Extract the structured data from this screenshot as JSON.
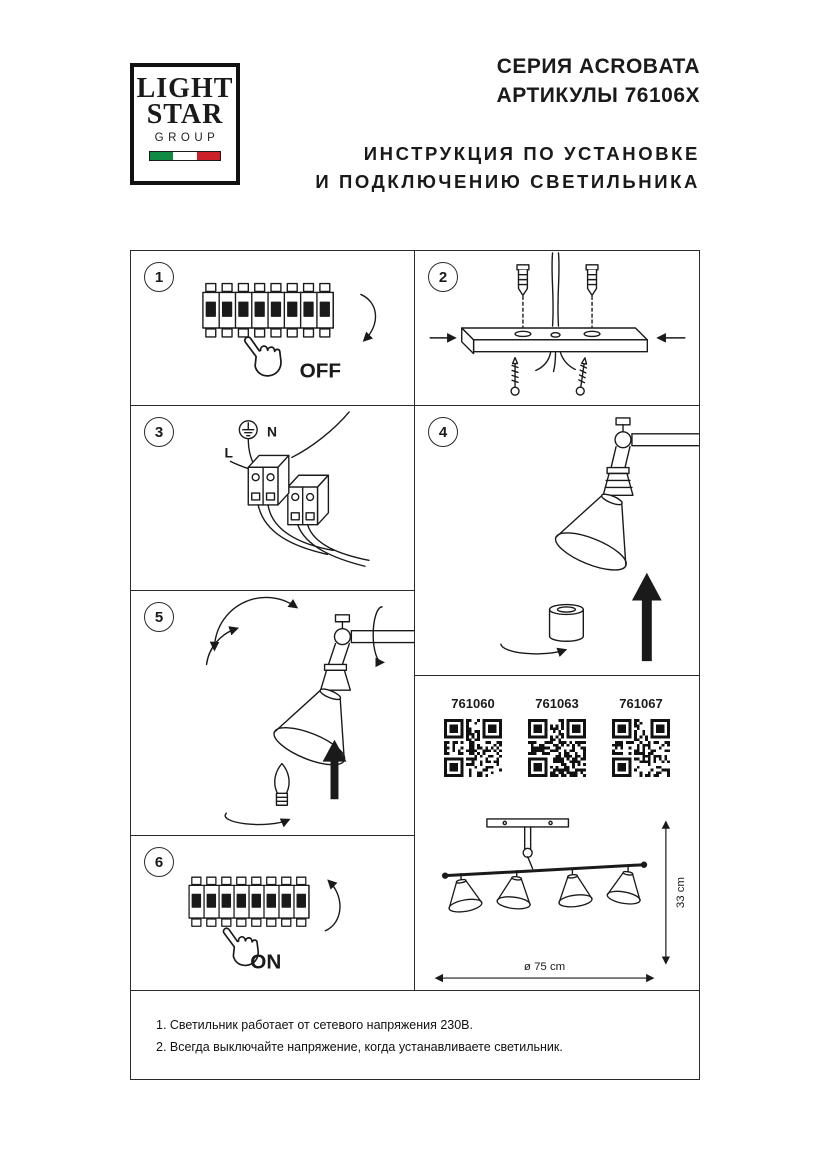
{
  "header": {
    "series_title": "СЕРИЯ ACROBATA",
    "articles_title": "АРТИКУЛЫ 76106X",
    "subtitle_line1": "ИНСТРУКЦИЯ ПО УСТАНОВКЕ",
    "subtitle_line2": "И ПОДКЛЮЧЕНИЮ СВЕТИЛЬНИКА"
  },
  "logo": {
    "word1": "LIGHT",
    "word2": "STAR",
    "word3": "GROUP",
    "flag_colors": [
      "#108b44",
      "#ffffff",
      "#cd212a"
    ]
  },
  "steps": [
    {
      "number": "1",
      "label": "OFF"
    },
    {
      "number": "2"
    },
    {
      "number": "3"
    },
    {
      "number": "4"
    },
    {
      "number": "5"
    },
    {
      "number": "6",
      "label": "ON"
    }
  ],
  "wiring_labels": {
    "neutral": "N",
    "line": "L"
  },
  "qr_items": [
    {
      "label": "761060"
    },
    {
      "label": "761063"
    },
    {
      "label": "761067"
    }
  ],
  "dimensions": {
    "height": "33 cm",
    "diameter": "ø 75 cm"
  },
  "notes": [
    "1. Светильник работает от сетевого напряжения 230В.",
    "2. Всегда выключайте напряжение, когда устанавливаете светильник."
  ],
  "ink_color": "#1a1a1a"
}
